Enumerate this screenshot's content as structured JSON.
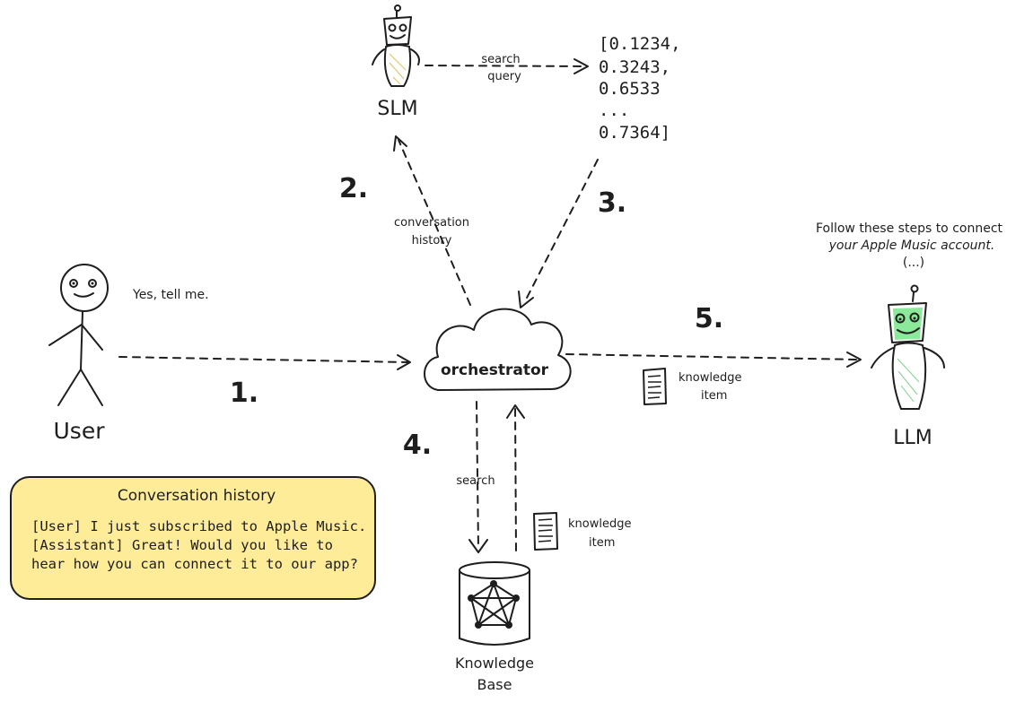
{
  "nodes": {
    "user": {
      "label": "User",
      "speech": "Yes, tell me."
    },
    "slm": {
      "label": "SLM"
    },
    "llm": {
      "label": "LLM",
      "response_lines": [
        "Follow these steps to connect",
        "your Apple Music account.",
        "(...)"
      ]
    },
    "orchestrator": {
      "label": "orchestrator"
    },
    "knowledge_base": {
      "label_line1": "Knowledge",
      "label_line2": "Base"
    }
  },
  "vector": {
    "lines": [
      "[0.1234,",
      "0.3243,",
      "0.6533",
      "...",
      "0.7364]"
    ]
  },
  "steps": {
    "one": "1.",
    "two": "2.",
    "three": "3.",
    "four": "4.",
    "five": "5."
  },
  "edge_labels": {
    "search_query_line1": "search",
    "search_query_line2": "query",
    "conversation_history_line1": "conversation",
    "conversation_history_line2": "history",
    "search": "search",
    "knowledge_item_kb_line1": "knowledge",
    "knowledge_item_kb_line2": "item",
    "knowledge_item_llm_line1": "knowledge",
    "knowledge_item_llm_line2": "item"
  },
  "conversation_history": {
    "title": "Conversation history",
    "lines": [
      "[User] I just subscribed to Apple Music.",
      "[Assistant] Great! Would you like to",
      "hear how you can connect it to our app?"
    ]
  },
  "colors": {
    "ink": "#1e1e1e",
    "history_box": "#ffec99",
    "cloud_fill": "#c9cdd4",
    "slm_body": "#fff3bf",
    "llm_body": "#b2f2bb",
    "llm_face": "#8ce99a",
    "kb_fill": "#ced4da"
  }
}
